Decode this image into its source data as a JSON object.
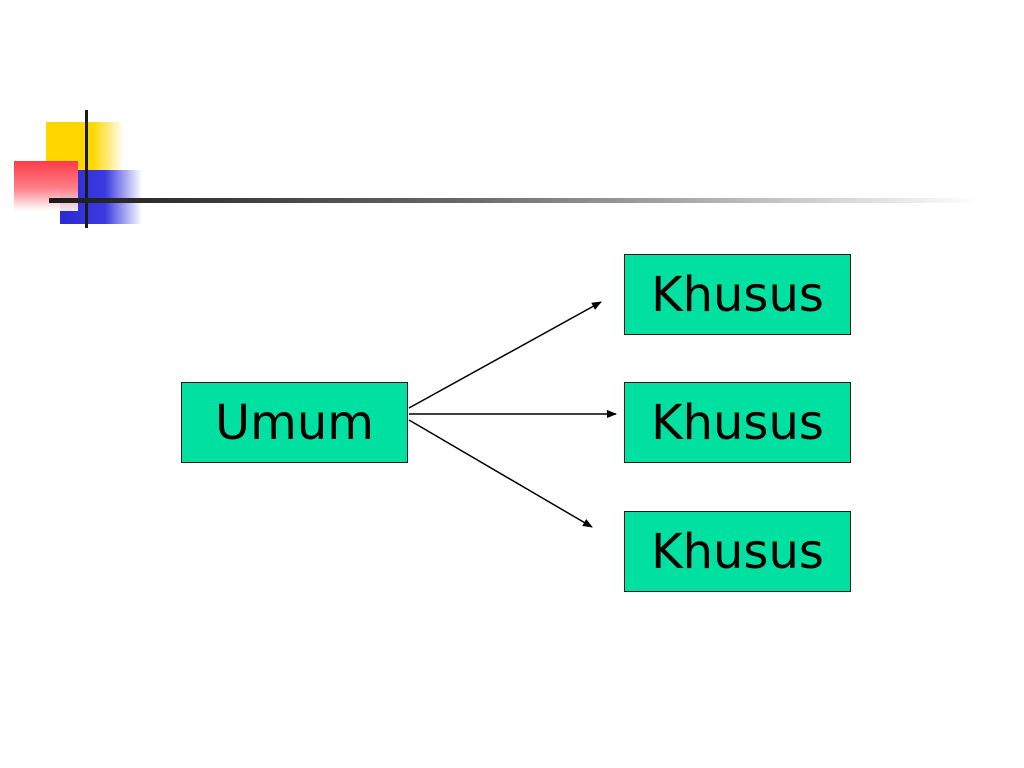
{
  "diagram": {
    "source": {
      "label": "Umum"
    },
    "targets": [
      {
        "label": "Khusus"
      },
      {
        "label": "Khusus"
      },
      {
        "label": "Khusus"
      }
    ]
  },
  "colors": {
    "box_fill": "#00e0a0",
    "box_border": "#1a1a1a",
    "deco_yellow": "#ffd700",
    "deco_red": "#ff3b4a",
    "deco_blue": "#2a2ad0",
    "rule_line": "#1a1a1a"
  }
}
